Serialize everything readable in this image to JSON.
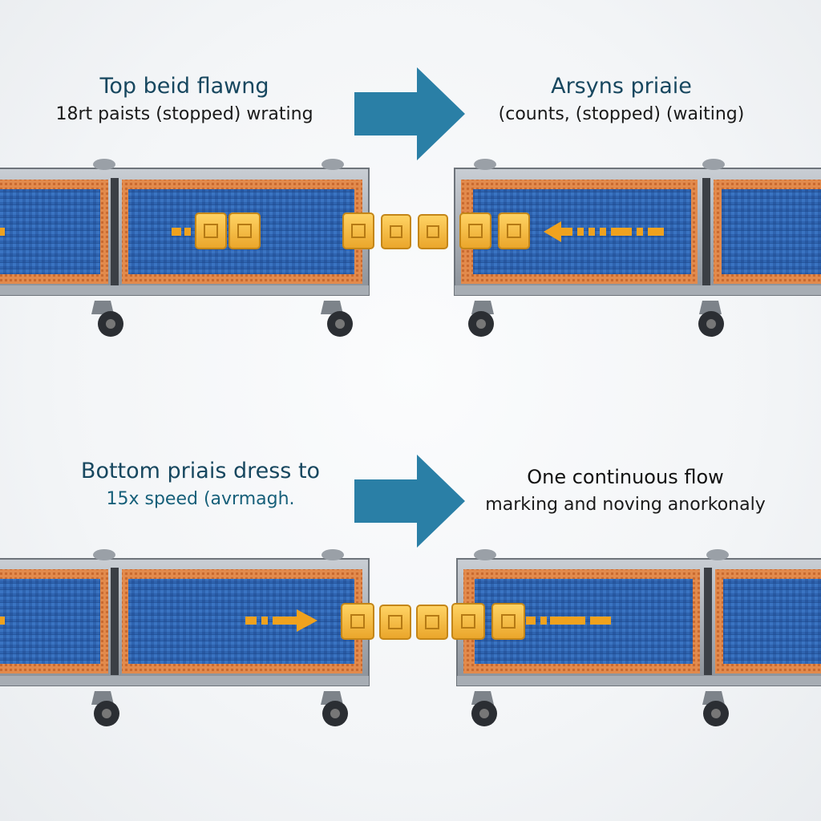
{
  "colors": {
    "accent_blue": "#2a7fa6",
    "belt_blue": "#2f64b0",
    "belt_orange": "#e07a3a",
    "box_yellow": "#f4b83a",
    "arrow_orange": "#f0a21e",
    "frame_gray": "#8a8f96"
  },
  "top": {
    "left_caption": {
      "title": "Top beid flawng",
      "subtitle": "18rt paists (stopped) wrating"
    },
    "right_caption": {
      "title": "Arsyns priaie",
      "subtitle": "(counts, (stopped) (waiting)"
    },
    "transition_icon": "right-arrow",
    "left_flow_direction": "right",
    "right_flow_direction": "left"
  },
  "bottom": {
    "left_caption": {
      "title": "Bottom priais dress to",
      "subtitle": "15x speed (avrmagh."
    },
    "right_caption": {
      "title": "One continuous flow",
      "subtitle": "marking and noving anorkonaly"
    },
    "transition_icon": "right-arrow",
    "left_flow_direction": "right",
    "right_flow_direction": "right"
  }
}
